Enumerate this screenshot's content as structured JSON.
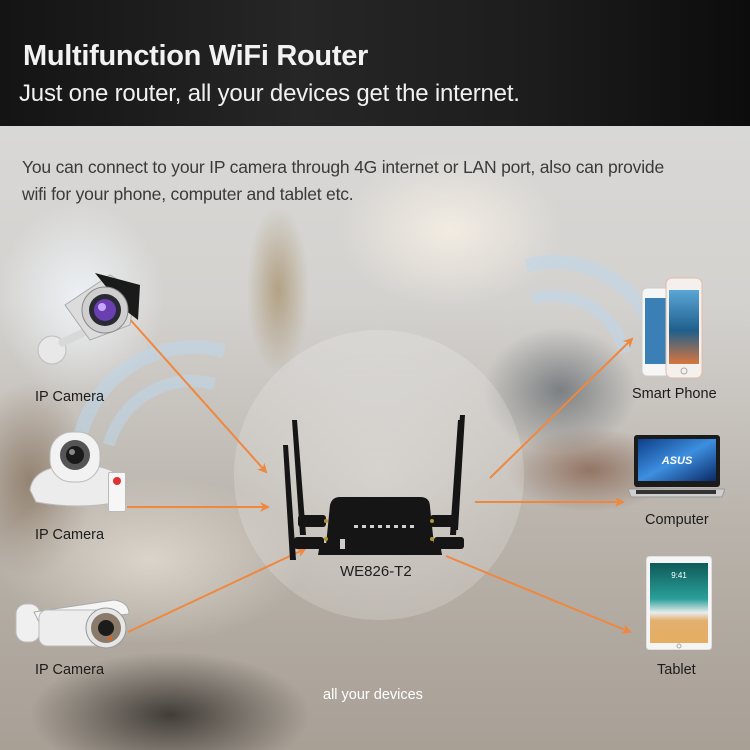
{
  "header": {
    "title": "Multifunction WiFi Router",
    "subtitle": "Just one router, all your devices get the internet."
  },
  "description": {
    "line1": "You can connect to your IP camera through 4G internet or LAN port, also can provide",
    "line2": "wifi for your phone, computer and tablet etc."
  },
  "router": {
    "model": "WE826-T2",
    "icon": "router-icon"
  },
  "inputs": [
    {
      "label": "IP Camera",
      "icon": "bullet-camera-icon"
    },
    {
      "label": "IP Camera",
      "icon": "dome-camera-icon"
    },
    {
      "label": "IP Camera",
      "icon": "outdoor-camera-icon"
    }
  ],
  "outputs": [
    {
      "label": "Smart Phone",
      "icon": "smartphone-icon"
    },
    {
      "label": "Computer",
      "icon": "laptop-icon",
      "screen_brand": "ASUS"
    },
    {
      "label": "Tablet",
      "icon": "tablet-icon",
      "screen_time": "9:41"
    }
  ],
  "footer": {
    "note": "all your devices"
  },
  "colors": {
    "arrow": "#f0873f",
    "header_bg": "#1d1d1d",
    "header_text": "#f2f2f2",
    "body_text": "#3a3a3a",
    "wifi_arc": "#bed7eb"
  }
}
